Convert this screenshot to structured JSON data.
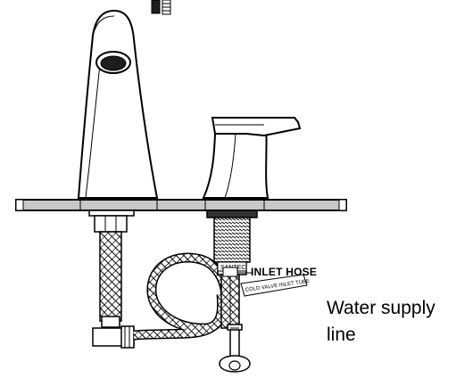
{
  "labels": {
    "inlet_hose": "INLET HOSE",
    "water_supply": "Water supply line",
    "hose_tag_brand": "SANTEC",
    "hose_tag_tube": "COLD VALVE INLET TUBE"
  },
  "colors": {
    "line": "#000000",
    "deck": "#c8c8c8",
    "fill": "#ffffff"
  }
}
